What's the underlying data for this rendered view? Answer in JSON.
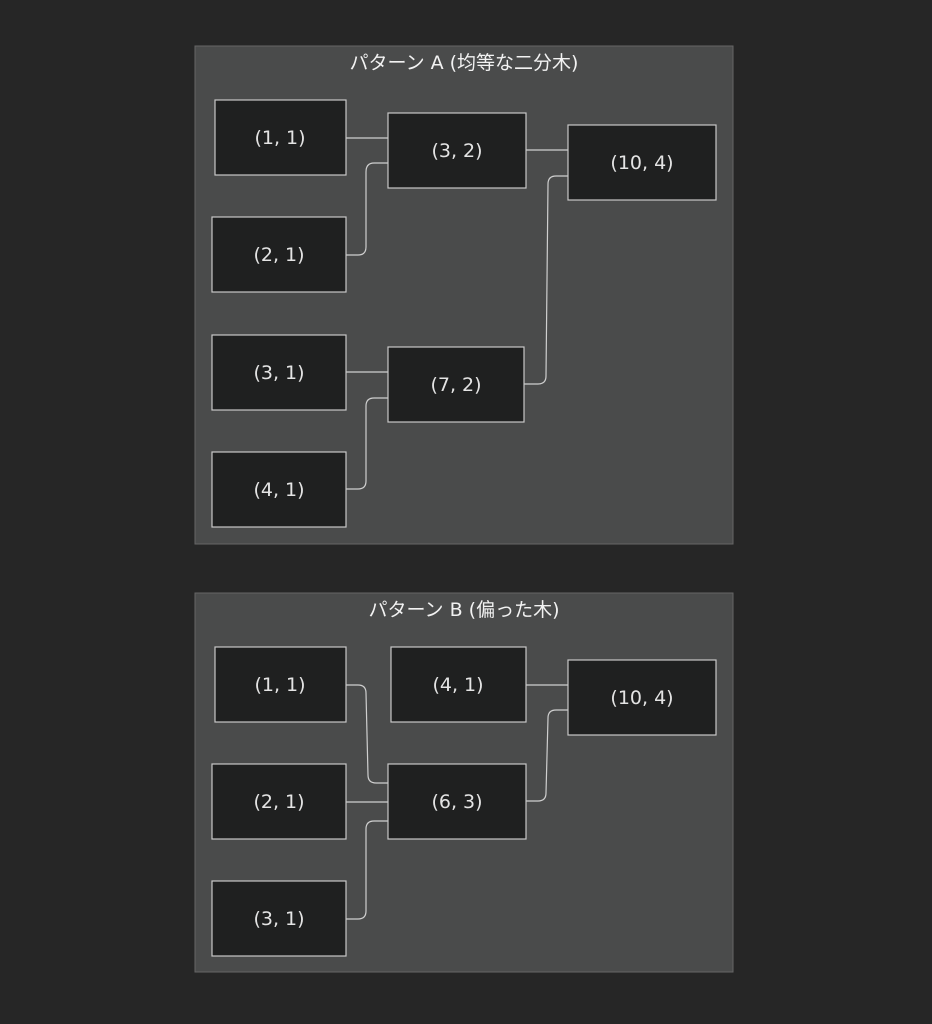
{
  "clusters": [
    {
      "title": "パターン A (均等な二分木)",
      "nodes": {
        "a11": "(1, 1)",
        "a21": "(2, 1)",
        "a31": "(3, 1)",
        "a41": "(4, 1)",
        "a32": "(3, 2)",
        "a72": "(7, 2)",
        "a104": "(10, 4)"
      },
      "edges": [
        [
          "a11",
          "a32"
        ],
        [
          "a21",
          "a32"
        ],
        [
          "a31",
          "a72"
        ],
        [
          "a41",
          "a72"
        ],
        [
          "a32",
          "a104"
        ],
        [
          "a72",
          "a104"
        ]
      ]
    },
    {
      "title": "パターン B (偏った木)",
      "nodes": {
        "b11": "(1, 1)",
        "b21": "(2, 1)",
        "b31": "(3, 1)",
        "b41": "(4, 1)",
        "b63": "(6, 3)",
        "b104": "(10, 4)"
      },
      "edges": [
        [
          "b11",
          "b63"
        ],
        [
          "b21",
          "b63"
        ],
        [
          "b31",
          "b63"
        ],
        [
          "b41",
          "b104"
        ],
        [
          "b63",
          "b104"
        ]
      ]
    }
  ]
}
